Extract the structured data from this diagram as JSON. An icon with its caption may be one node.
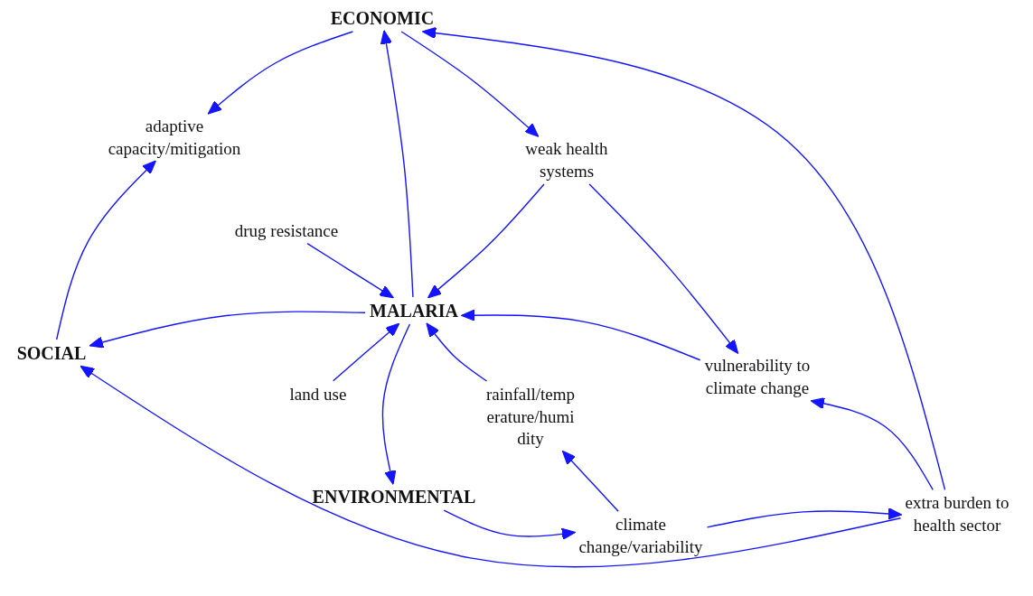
{
  "diagram": {
    "nodes": [
      {
        "text": [
          "ECONOMIC"
        ]
      },
      {
        "text": [
          "adaptive capacity/mitigation"
        ]
      },
      {
        "text": [
          "weak health systems"
        ]
      },
      {
        "text": [
          "drug resistance"
        ]
      },
      {
        "text": [
          "MALARIA"
        ]
      },
      {
        "text": [
          "SOCIAL"
        ]
      },
      {
        "text": [
          "land use"
        ]
      },
      {
        "text": [
          "rainfall/temp erature/humi dity"
        ]
      },
      {
        "text": [
          "vulnerability to climate change"
        ]
      },
      {
        "text": [
          "ENVIRONMENTAL"
        ]
      },
      {
        "text": [
          "climate change/variability"
        ]
      },
      {
        "text": [
          "extra burden to health sector"
        ]
      }
    ],
    "edges": [
      {
        "from": 0,
        "to": 1,
        "arrow": "to"
      },
      {
        "from": 0,
        "to": 2,
        "arrow": "to"
      },
      {
        "from": 5,
        "to": 1,
        "arrow": "to"
      },
      {
        "from": 2,
        "to": 4,
        "arrow": "to"
      },
      {
        "from": 2,
        "to": 8,
        "arrow": "to"
      },
      {
        "from": 3,
        "to": 4,
        "arrow": "to"
      },
      {
        "from": 4,
        "to": 0,
        "arrow": "to"
      },
      {
        "from": 4,
        "to": 5,
        "arrow": "to"
      },
      {
        "from": 6,
        "to": 4,
        "arrow": "to"
      },
      {
        "from": 7,
        "to": 4,
        "arrow": "to"
      },
      {
        "from": 4,
        "to": 9,
        "arrow": "to"
      },
      {
        "from": 8,
        "to": 4,
        "arrow": "to"
      },
      {
        "from": 9,
        "to": 10,
        "arrow": "to"
      },
      {
        "from": 10,
        "to": 7,
        "arrow": "to"
      },
      {
        "from": 10,
        "to": 11,
        "arrow": "to"
      },
      {
        "from": 11,
        "to": 8,
        "arrow": "to"
      },
      {
        "from": 11,
        "to": 0,
        "arrow": "to"
      },
      {
        "from": 11,
        "to": 5,
        "arrow": "to"
      }
    ]
  }
}
